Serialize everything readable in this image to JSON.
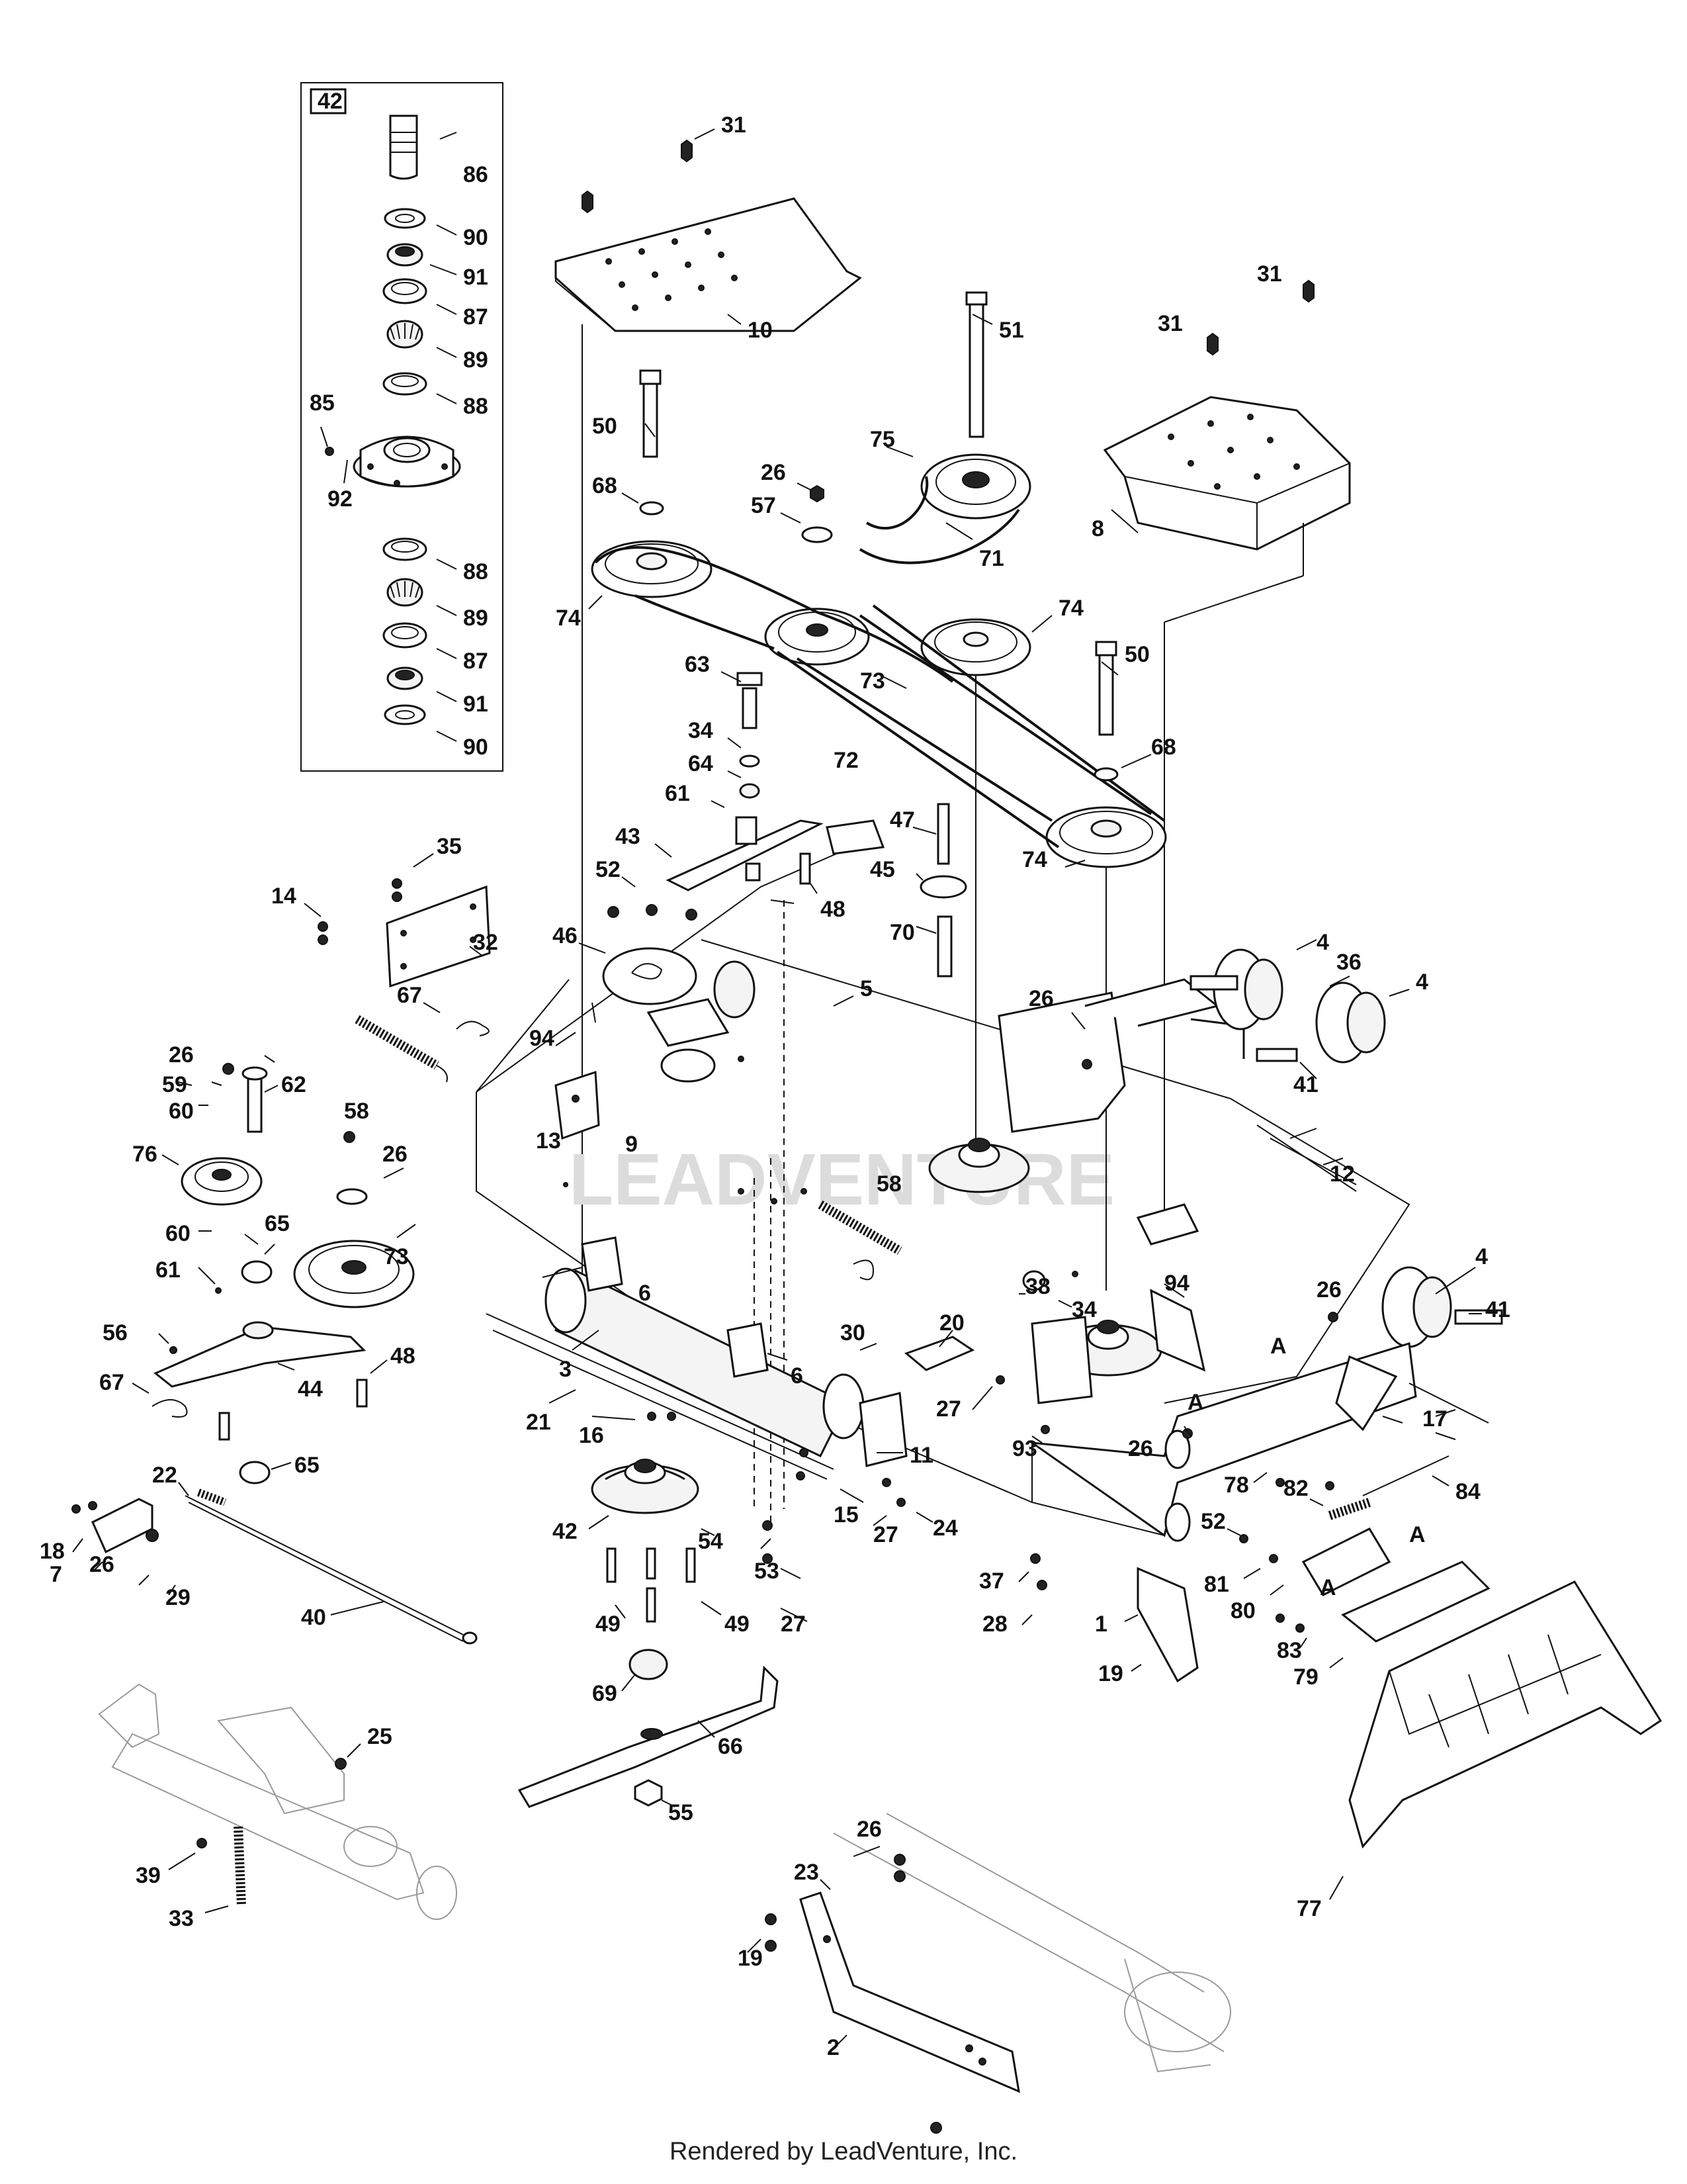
{
  "footer": "Rendered by LeadVenture, Inc.",
  "watermark": "LEADVENTURE",
  "inset_box_label": "42",
  "callouts": [
    "31",
    "31",
    "31",
    "10",
    "8",
    "51",
    "50",
    "50",
    "75",
    "71",
    "26",
    "57",
    "68",
    "68",
    "74",
    "74",
    "74",
    "73",
    "73",
    "63",
    "72",
    "34",
    "64",
    "61",
    "43",
    "48",
    "47",
    "45",
    "70",
    "52",
    "46",
    "5",
    "35",
    "14",
    "32",
    "67",
    "94",
    "94",
    "26",
    "26",
    "26",
    "26",
    "26",
    "26",
    "26",
    "59",
    "62",
    "60",
    "60",
    "76",
    "65",
    "65",
    "61",
    "56",
    "67",
    "44",
    "48",
    "58",
    "58",
    "13",
    "9",
    "12",
    "4",
    "4",
    "4",
    "36",
    "41",
    "41",
    "6",
    "6",
    "3",
    "21",
    "16",
    "11",
    "15",
    "27",
    "27",
    "27",
    "24",
    "53",
    "54",
    "38",
    "34",
    "20",
    "93",
    "37",
    "28",
    "1",
    "19",
    "19",
    "17",
    "78",
    "82",
    "84",
    "52",
    "81",
    "80",
    "83",
    "79",
    "77",
    "18",
    "7",
    "22",
    "29",
    "40",
    "42",
    "49",
    "49",
    "69",
    "66",
    "55",
    "25",
    "39",
    "33",
    "23",
    "2",
    "30",
    "86",
    "90",
    "91",
    "87",
    "89",
    "88",
    "85",
    "92",
    "88",
    "89",
    "87",
    "91",
    "90"
  ],
  "axis_letters": [
    "A",
    "A",
    "A",
    "A"
  ]
}
